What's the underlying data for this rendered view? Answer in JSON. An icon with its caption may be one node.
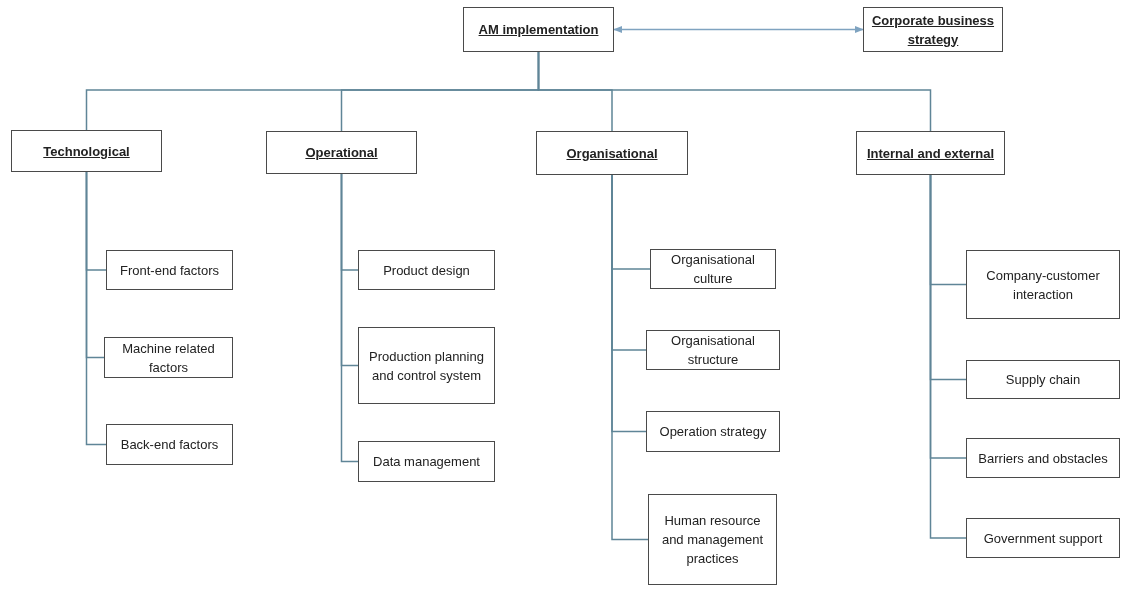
{
  "diagram": {
    "nodes": [
      {
        "text": [
          "AM implementation"
        ]
      },
      {
        "text": [
          "Corporate business strategy"
        ]
      },
      {
        "text": [
          "Technological"
        ]
      },
      {
        "text": [
          "Front-end factors"
        ]
      },
      {
        "text": [
          "Machine related factors"
        ]
      },
      {
        "text": [
          "Back-end factors"
        ]
      },
      {
        "text": [
          "Operational"
        ]
      },
      {
        "text": [
          "Product design"
        ]
      },
      {
        "text": [
          "Production planning and control system"
        ]
      },
      {
        "text": [
          "Data management"
        ]
      },
      {
        "text": [
          "Organisational"
        ]
      },
      {
        "text": [
          "Organisational culture"
        ]
      },
      {
        "text": [
          "Organisational structure"
        ]
      },
      {
        "text": [
          "Operation strategy"
        ]
      },
      {
        "text": [
          "Human resource and management practices"
        ]
      },
      {
        "text": [
          "Internal and external"
        ]
      },
      {
        "text": [
          "Company-customer interaction"
        ]
      },
      {
        "text": [
          "Supply chain"
        ]
      },
      {
        "text": [
          "Barriers and obstacles"
        ]
      },
      {
        "text": [
          "Government support"
        ]
      }
    ],
    "edges": [
      {
        "from": 0,
        "to": 1,
        "arrow": "both"
      },
      {
        "from": 0,
        "to": 2,
        "arrow": "none"
      },
      {
        "from": 0,
        "to": 6,
        "arrow": "none"
      },
      {
        "from": 0,
        "to": 10,
        "arrow": "none"
      },
      {
        "from": 0,
        "to": 15,
        "arrow": "none"
      },
      {
        "from": 2,
        "to": 3,
        "arrow": "none"
      },
      {
        "from": 2,
        "to": 4,
        "arrow": "none"
      },
      {
        "from": 2,
        "to": 5,
        "arrow": "none"
      },
      {
        "from": 6,
        "to": 7,
        "arrow": "none"
      },
      {
        "from": 6,
        "to": 8,
        "arrow": "none"
      },
      {
        "from": 6,
        "to": 9,
        "arrow": "none"
      },
      {
        "from": 10,
        "to": 11,
        "arrow": "none"
      },
      {
        "from": 10,
        "to": 12,
        "arrow": "none"
      },
      {
        "from": 10,
        "to": 13,
        "arrow": "none"
      },
      {
        "from": 10,
        "to": 14,
        "arrow": "none"
      },
      {
        "from": 15,
        "to": 16,
        "arrow": "none"
      },
      {
        "from": 15,
        "to": 17,
        "arrow": "none"
      },
      {
        "from": 15,
        "to": 18,
        "arrow": "none"
      },
      {
        "from": 15,
        "to": 19,
        "arrow": "none"
      }
    ]
  }
}
